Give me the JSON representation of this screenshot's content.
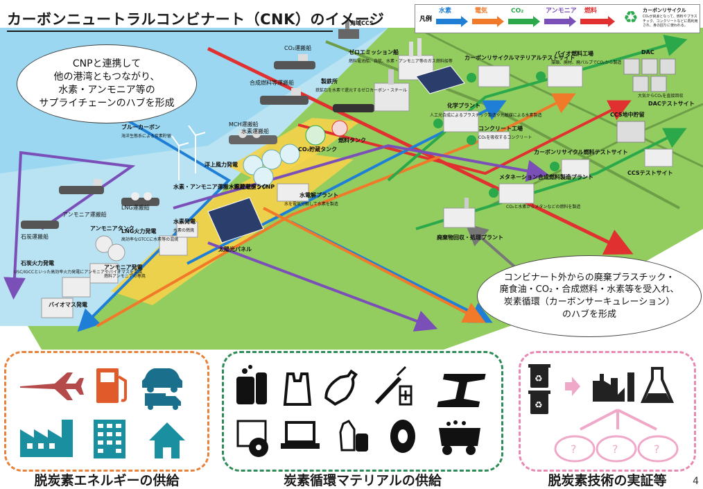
{
  "title": "カーボンニュートラルコンビナート（CNK）のイメージ",
  "page_number": "4",
  "legend": {
    "prefix": "凡例",
    "items": [
      {
        "label": "水素",
        "color": "#1f7fd6"
      },
      {
        "label": "電気",
        "color": "#f07a2a"
      },
      {
        "label": "CO₂",
        "color": "#2aa84a"
      },
      {
        "label": "アンモニア",
        "color": "#7b4fb8"
      },
      {
        "label": "燃料",
        "color": "#e03030"
      }
    ],
    "recycle_title": "カーボンリサイクル",
    "recycle_desc": "CO₂が資源となって、燃料やプラスチック、コンクリートなどに再利用され、身の回りに使われる。"
  },
  "callouts": {
    "left": [
      "CNPと連携して",
      "他の港湾ともつながり、",
      "水素・アンモニア等の",
      "サプライチェーンのハブを形成"
    ],
    "right": [
      "コンビナート外からの廃棄プラスチック・",
      "廃食油・CO₂・合成燃料・水素等を受入れ、",
      "炭素循環（カーボンサーキュレーション）",
      "のハブを形成"
    ]
  },
  "facilities": [
    {
      "id": "kaiiki-ccs",
      "label": "海域CCS"
    },
    {
      "id": "co2-ship",
      "label": "CO₂運搬船"
    },
    {
      "id": "fuel-ship",
      "label": "合成燃料等運搬船"
    },
    {
      "id": "zero-emission",
      "label": "ゼロエミッション船"
    },
    {
      "id": "zero-emission-desc",
      "label": "燃料電池船、自航、水素・アンモニア等のガス燃料船等"
    },
    {
      "id": "steel",
      "label": "製鉄所"
    },
    {
      "id": "steel-desc",
      "label": "鉄鉱石を水素で還元するゼロカーボン・スチール"
    },
    {
      "id": "cr-material",
      "label": "カーボンリサイクルマテリアルテストサイト"
    },
    {
      "id": "bio-fuel",
      "label": "バイオ燃料工場"
    },
    {
      "id": "bio-fuel-desc",
      "label": "藻類、廃材、廃パルプでCO₂から製造"
    },
    {
      "id": "dac",
      "label": "DAC"
    },
    {
      "id": "dac-desc",
      "label": "大気からCO₂を直接回収"
    },
    {
      "id": "dac-test",
      "label": "DACテストサイト"
    },
    {
      "id": "chem",
      "label": "化学プラント"
    },
    {
      "id": "chem-desc",
      "label": "人工光合成によるプラスチック製造や光触媒による水素製造"
    },
    {
      "id": "concrete",
      "label": "コンクリート工場"
    },
    {
      "id": "concrete-desc",
      "label": "CO₂を吸収するコンクリート"
    },
    {
      "id": "ccs-storage",
      "label": "CCS地中貯留"
    },
    {
      "id": "cr-fuel-test",
      "label": "カーボンリサイクル燃料テストサイト"
    },
    {
      "id": "ccs-test",
      "label": "CCSテストサイト"
    },
    {
      "id": "blue-carbon",
      "label": "ブルーカーボン"
    },
    {
      "id": "blue-carbon-desc",
      "label": "海洋生態系による炭素貯留"
    },
    {
      "id": "mch-ship",
      "label": "MCH運搬船"
    },
    {
      "id": "h2-ship",
      "label": "水素運搬船"
    },
    {
      "id": "co2-tank",
      "label": "CO₂貯蔵タンク"
    },
    {
      "id": "fuel-tank",
      "label": "燃料タンク"
    },
    {
      "id": "wind",
      "label": "洋上風力発電"
    },
    {
      "id": "methanation",
      "label": "メタネーション合成燃料製造プラント"
    },
    {
      "id": "methanation-desc",
      "label": "CO₂と水素からメタンなどの燃料を製造"
    },
    {
      "id": "h2-tank",
      "label": "水素貯蔵タンク"
    },
    {
      "id": "electrolysis",
      "label": "水電解プラント"
    },
    {
      "id": "electrolysis-desc",
      "label": "水を電気分解して水素を製造"
    },
    {
      "id": "ammonia-ship",
      "label": "アンモニア運搬船"
    },
    {
      "id": "lng-ship",
      "label": "LNG運搬船"
    },
    {
      "id": "h2-cnp",
      "label": "水素・アンモニア運搬・貯蔵を担うCNP"
    },
    {
      "id": "ammonia-tank",
      "label": "アンモニアタンク"
    },
    {
      "id": "lng-power",
      "label": "LNG火力発電"
    },
    {
      "id": "lng-power-desc",
      "label": "高効率なGTCCに水素等の混焼"
    },
    {
      "id": "h2-power",
      "label": "水素発電"
    },
    {
      "id": "h2-power-desc",
      "label": "水素の燃焼"
    },
    {
      "id": "solar",
      "label": "太陽光パネル"
    },
    {
      "id": "waste",
      "label": "廃棄物回収・処理プラント"
    },
    {
      "id": "coal-ship",
      "label": "石炭運搬船"
    },
    {
      "id": "coal-power",
      "label": "石炭火力発電"
    },
    {
      "id": "coal-power-desc",
      "label": "USC/IGCCといった高効率火力発電にアンモニアやバイオマスを混焼"
    },
    {
      "id": "ammonia-power",
      "label": "アンモニア発電"
    },
    {
      "id": "ammonia-power-desc",
      "label": "燃料アンモニアの専焼"
    },
    {
      "id": "biomass",
      "label": "バイオマス発電"
    }
  ],
  "sections": [
    {
      "label": "脱炭素エネルギーの供給",
      "color": "#e8823a",
      "icons": [
        "airplane-icon",
        "fuel-pump-icon",
        "car-truck-icon",
        "factory-icon",
        "building-icon",
        "house-icon"
      ],
      "icon_color": "#1a8fa0",
      "accent": "#c0504d"
    },
    {
      "label": "炭素循環マテリアルの供給",
      "color": "#2e8b57",
      "icons": [
        "detergent-icon",
        "plastic-bag-icon",
        "bottle-icon",
        "syringe-icon",
        "steel-beam-icon",
        "cd-icon",
        "laptop-icon",
        "containers-icon",
        "tire-icon",
        "dump-truck-icon"
      ]
    },
    {
      "label": "脱炭素技術の実証等",
      "color": "#e889b4",
      "icons": [
        "recycle-bin-icon",
        "arrow-icon",
        "plant-icon",
        "flask-icon",
        "question-cloud-icon"
      ]
    }
  ]
}
